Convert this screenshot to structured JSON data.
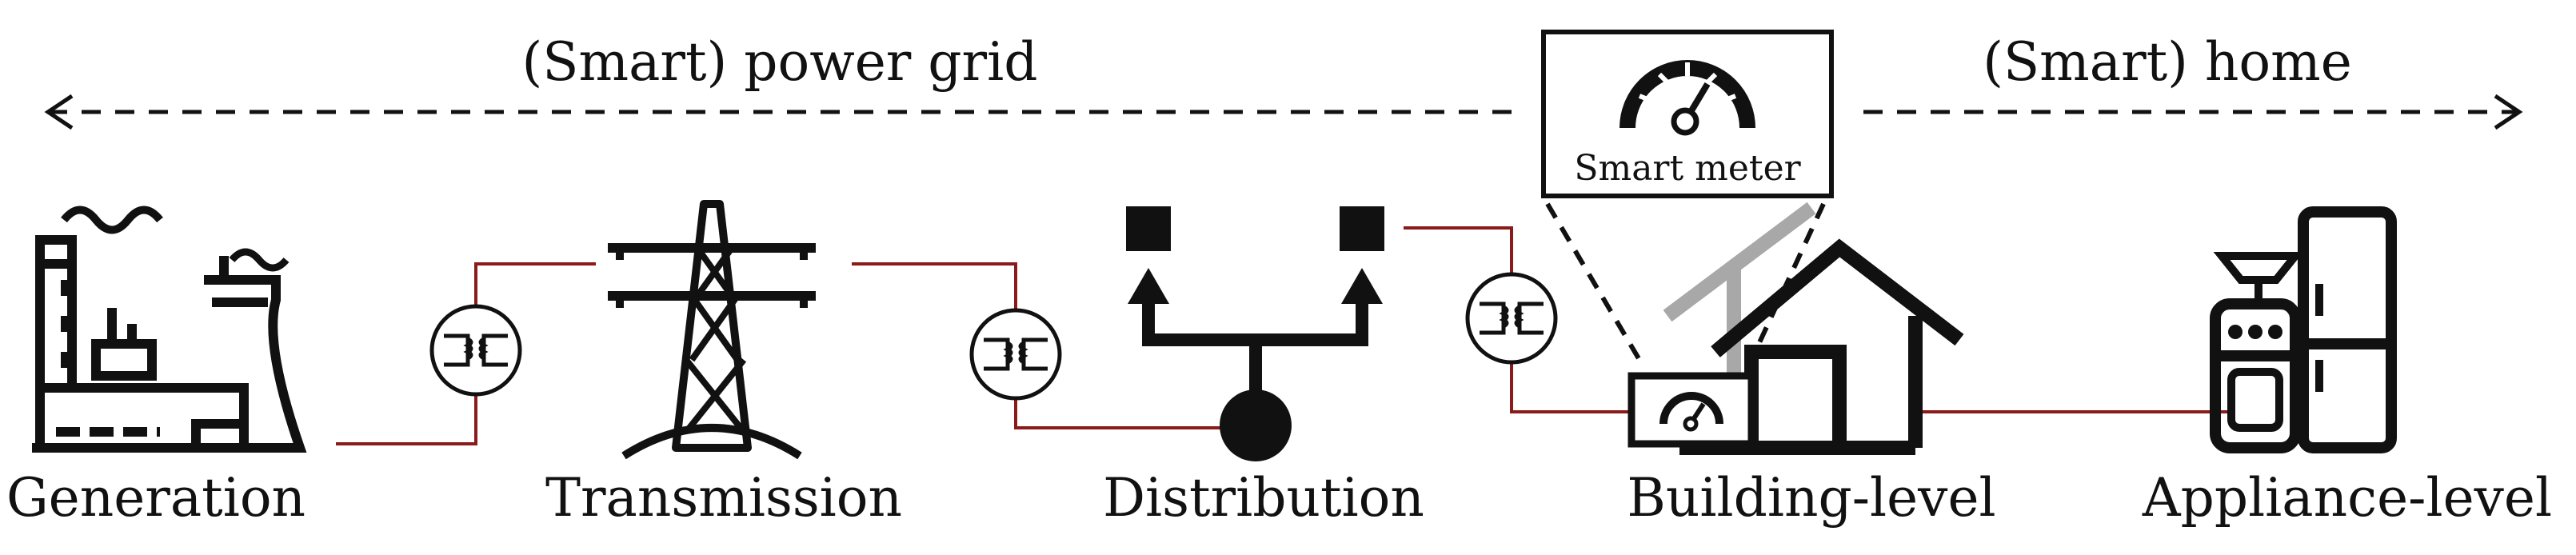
{
  "headers": {
    "grid": "(Smart) power grid",
    "home": "(Smart) home"
  },
  "smart_meter": {
    "label": "Smart meter"
  },
  "stages": [
    {
      "label": "Generation"
    },
    {
      "label": "Transmission"
    },
    {
      "label": "Distribution"
    },
    {
      "label": "Building-level"
    },
    {
      "label": "Appliance-level"
    }
  ],
  "colors": {
    "line": "#111111",
    "connector": "#8b1a1a",
    "roof_gray": "#a8a8a8"
  }
}
